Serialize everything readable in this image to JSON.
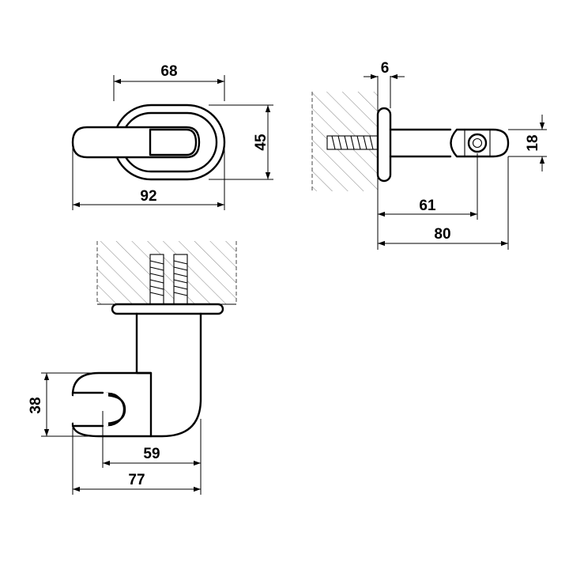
{
  "dimensions": {
    "top_view_width_inner": "68",
    "top_view_width_total": "92",
    "top_view_height": "45",
    "side_wall_gap": "6",
    "side_head_height": "18",
    "side_depth_center": "61",
    "side_depth_total": "80",
    "front_holder_height": "38",
    "front_reach_center": "59",
    "front_reach_total": "77"
  }
}
